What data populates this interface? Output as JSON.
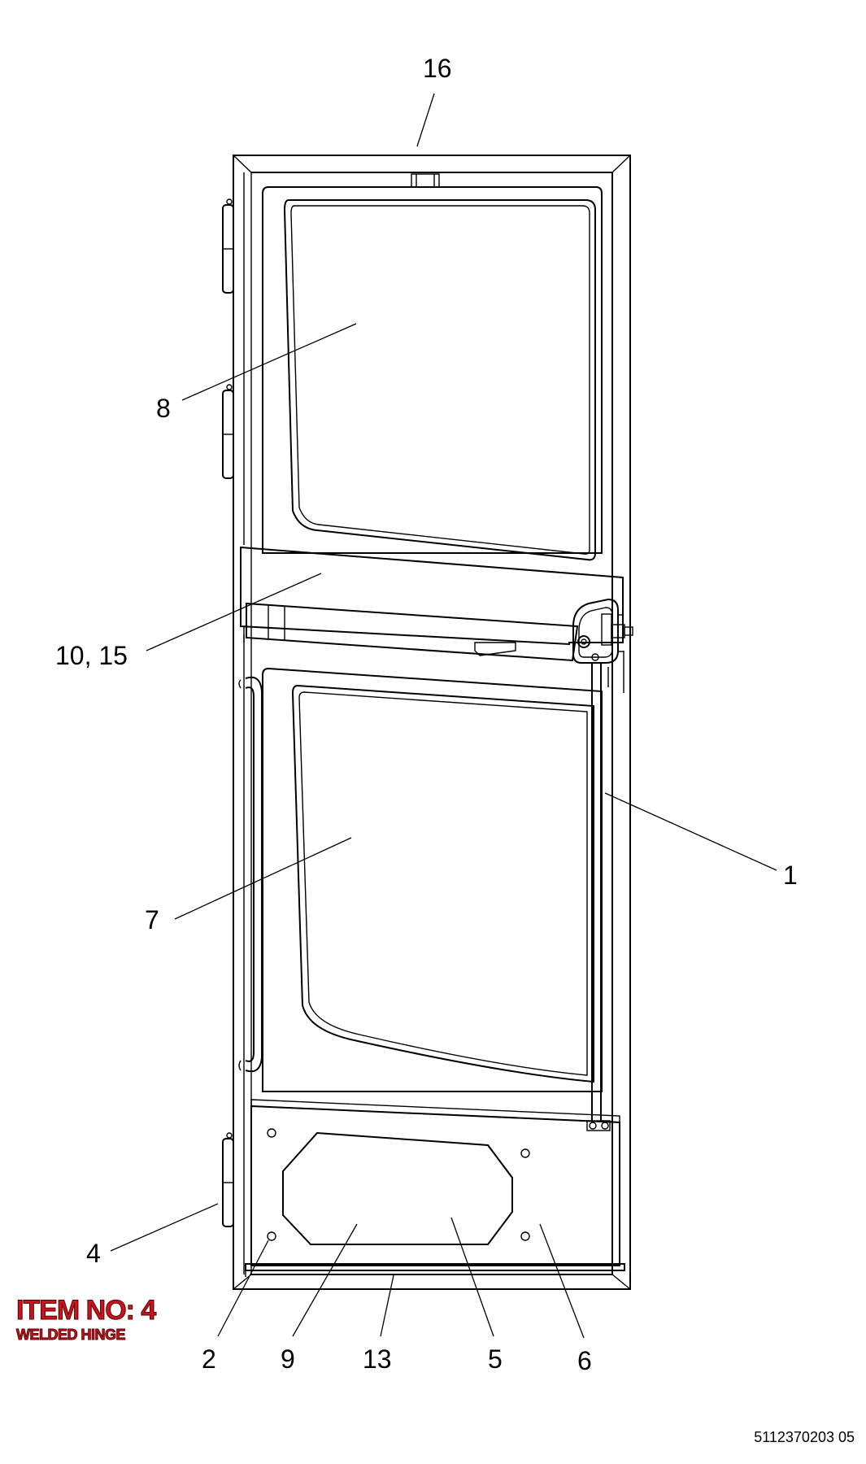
{
  "callouts": {
    "c16": "16",
    "c8": "8",
    "c10_15": "10, 15",
    "c1": "1",
    "c7": "7",
    "c4": "4",
    "c2": "2",
    "c9": "9",
    "c13": "13",
    "c5": "5",
    "c6": "6"
  },
  "item_note": {
    "title": "ITEM NO: 4",
    "subtitle": "WELDED HINGE",
    "color": "#c8141e"
  },
  "document_number": "5112370203 05"
}
